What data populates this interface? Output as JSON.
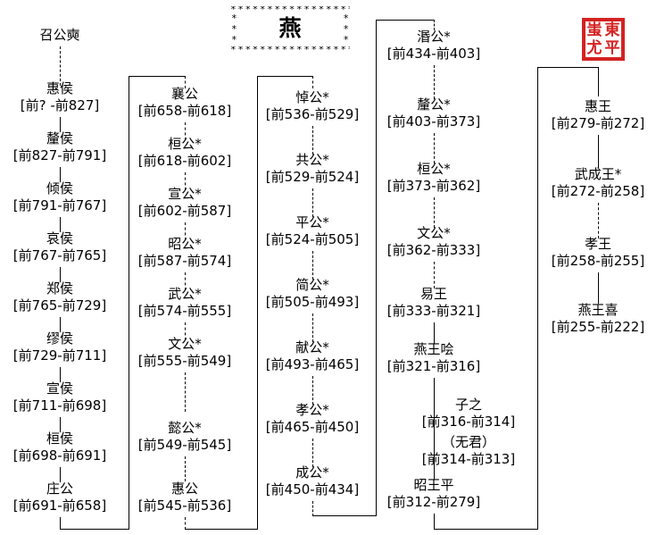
{
  "title": {
    "text": "燕",
    "border_glyph": "*"
  },
  "seal": {
    "name": "east-ping-chiyou-seal",
    "color": "#d42222",
    "chars": [
      "蚩",
      "東",
      "尤",
      "平"
    ]
  },
  "columns": [
    {
      "id": "col1",
      "nodes": [
        {
          "name": "召公奭",
          "years": ""
        },
        {
          "name": "惠侯",
          "years": "[前?  -前827]"
        },
        {
          "name": "釐侯",
          "years": "[前827-前791]"
        },
        {
          "name": "倾侯",
          "years": "[前791-前767]"
        },
        {
          "name": "哀侯",
          "years": "[前767-前765]"
        },
        {
          "name": "郑侯",
          "years": "[前765-前729]"
        },
        {
          "name": "缪侯",
          "years": "[前729-前711]"
        },
        {
          "name": "宣侯",
          "years": "[前711-前698]"
        },
        {
          "name": "桓侯",
          "years": "[前698-前691]"
        },
        {
          "name": "庄公",
          "years": "[前691-前658]"
        }
      ]
    },
    {
      "id": "col2",
      "nodes": [
        {
          "name": "襄公",
          "years": "[前658-前618]"
        },
        {
          "name": "桓公*",
          "years": "[前618-前602]"
        },
        {
          "name": "宣公*",
          "years": "[前602-前587]"
        },
        {
          "name": "昭公*",
          "years": "[前587-前574]"
        },
        {
          "name": "武公*",
          "years": "[前574-前555]"
        },
        {
          "name": "文公*",
          "years": "[前555-前549]"
        },
        {
          "name": "懿公*",
          "years": "[前549-前545]"
        },
        {
          "name": "惠公",
          "years": "[前545-前536]"
        }
      ]
    },
    {
      "id": "col3",
      "nodes": [
        {
          "name": "悼公*",
          "years": "[前536-前529]"
        },
        {
          "name": "共公*",
          "years": "[前529-前524]"
        },
        {
          "name": "平公*",
          "years": "[前524-前505]"
        },
        {
          "name": "简公*",
          "years": "[前505-前493]"
        },
        {
          "name": "献公*",
          "years": "[前493-前465]"
        },
        {
          "name": "孝公*",
          "years": "[前465-前450]"
        },
        {
          "name": "成公*",
          "years": "[前450-前434]"
        }
      ]
    },
    {
      "id": "col4",
      "nodes": [
        {
          "name": "湣公*",
          "years": "[前434-前403]"
        },
        {
          "name": "釐公*",
          "years": "[前403-前373]"
        },
        {
          "name": "桓公*",
          "years": "[前373-前362]"
        },
        {
          "name": "文公*",
          "years": "[前362-前333]"
        },
        {
          "name": "易王",
          "years": "[前333-前321]"
        },
        {
          "name": "燕王哙",
          "years": "[前321-前316]"
        },
        {
          "name": "子之",
          "years": "[前316-前314]"
        },
        {
          "name": "（无君）",
          "years": "[前314-前313]"
        },
        {
          "name": "昭王平",
          "years": "[前312-前279]"
        }
      ]
    },
    {
      "id": "col5",
      "nodes": [
        {
          "name": "惠王",
          "years": "[前279-前272]"
        },
        {
          "name": "武成王*",
          "years": "[前272-前258]"
        },
        {
          "name": "孝王",
          "years": "[前258-前255]"
        },
        {
          "name": "燕王喜",
          "years": "[前255-前222]"
        }
      ]
    }
  ]
}
